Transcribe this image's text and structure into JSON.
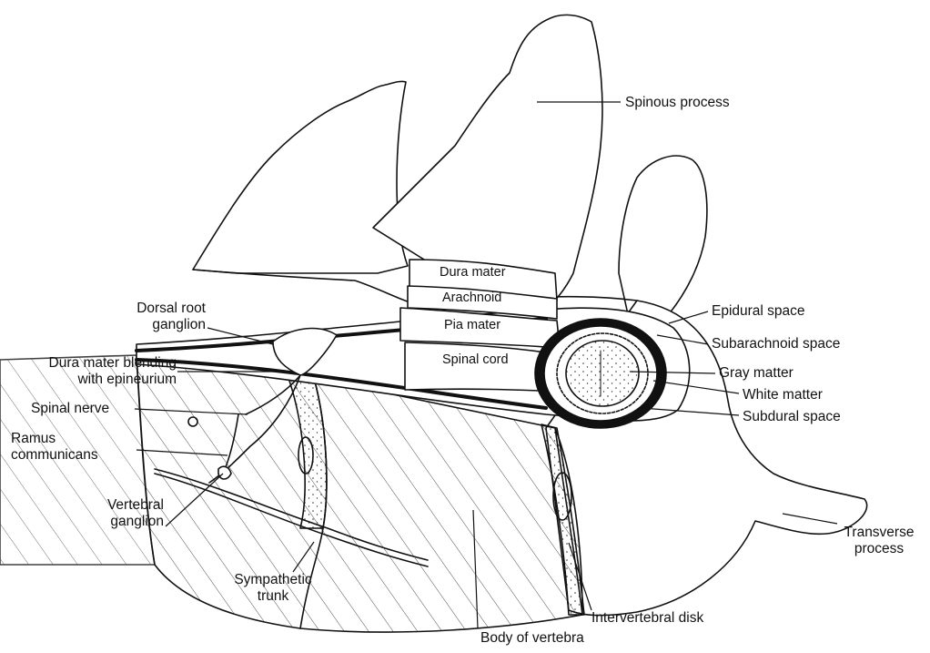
{
  "labels": {
    "spinous_process": "Spinous process",
    "dura_mater": "Dura mater",
    "arachnoid": "Arachnoid",
    "pia_mater": "Pia mater",
    "spinal_cord": "Spinal cord",
    "dorsal_root_ganglion": "Dorsal root\nganglion",
    "epidural_space": "Epidural space",
    "subarachnoid_space": "Subarachnoid space",
    "dura_blending": "Dura mater blending\nwith epineurium",
    "gray_matter": "Gray matter",
    "white_matter": "White matter",
    "spinal_nerve": "Spinal nerve",
    "subdural_space": "Subdural space",
    "ramus_communicans": "Ramus\ncommunicans",
    "vertebral_ganglion": "Vertebral\nganglion",
    "transverse_process": "Transverse\nprocess",
    "sympathetic_trunk": "Sympathetic\ntrunk",
    "intervertebral_disk": "Intervertebral disk",
    "body_of_vertebra": "Body of vertebra"
  }
}
